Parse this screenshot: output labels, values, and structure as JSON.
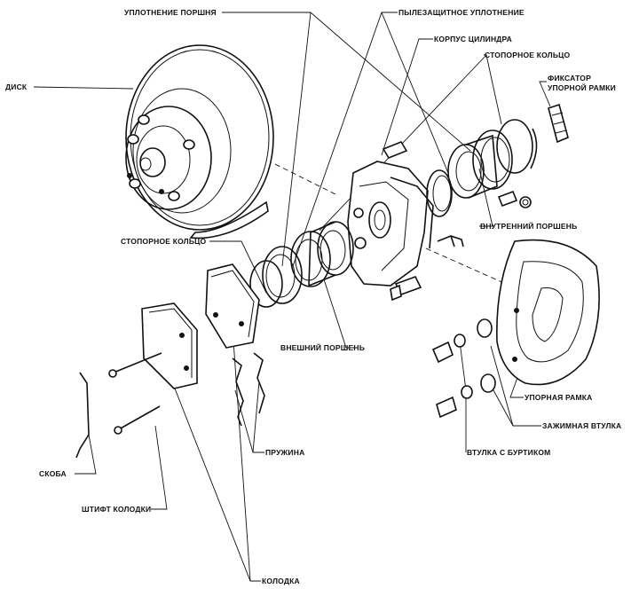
{
  "labels": {
    "piston_seal": "УПЛОТНЕНИЕ ПОРШНЯ",
    "dust_seal": "ПЫЛЕЗАЩИТНОЕ УПЛОТНЕНИЕ",
    "cylinder_body": "КОРПУС ЦИЛИНДРА",
    "retaining_ring_top": "СТОПОРНОЕ КОЛЬЦО",
    "frame_clip_line1": "ФИКСАТОР",
    "frame_clip_line2": "УПОРНОЙ РАМКИ",
    "disc": "ДИСК",
    "inner_piston": "ВНУТРЕННИЙ ПОРШЕНЬ",
    "retaining_ring_left": "СТОПОРНОЕ КОЛЬЦО",
    "outer_piston": "ВНЕШНИЙ ПОРШЕНЬ",
    "support_frame": "УПОРНАЯ РАМКА",
    "clamp_sleeve": "ЗАЖИМНАЯ ВТУЛКА",
    "flanged_sleeve": "ВТУЛКА С БУРТИКОМ",
    "spring": "ПРУЖИНА",
    "bracket": "СКОБА",
    "pad_pin": "ШТИФТ КОЛОДКИ",
    "pad": "КОЛОДКА"
  }
}
